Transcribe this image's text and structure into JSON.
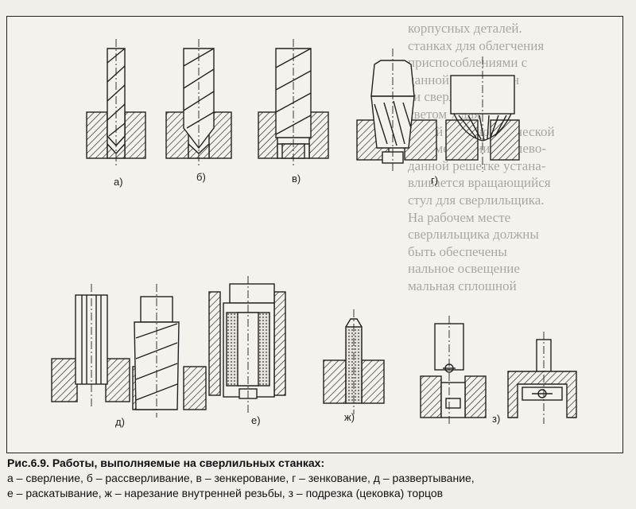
{
  "figure": {
    "labels": {
      "a": "а)",
      "b": "б)",
      "v": "в)",
      "g": "г)",
      "d": "д)",
      "e": "е)",
      "zh": "ж)",
      "z": "з)"
    }
  },
  "caption": {
    "title": "Рис.6.9. Работы, выполняемые на сверлильных станках:",
    "line1": "а – сверление, б – рассверливание, в – зенкерование, г – зенкование, д – развертывание,",
    "line2": "е – раскатывание, ж – нарезание внутренней резьбы, з – подрезка (цековка) торцов"
  },
  "bleed_through": [
    "корпусных деталей.",
    "станках для облегчения",
    "приспособлениями с",
    "данной решетки ин",
    "ги сверлильщика",
    "светом 7 для",
    "чежей и технологической",
    "документации. На лево-",
    "данной решетке устана-",
    "вливается вращающийся",
    "стул для сверлильщика.",
    "На рабочем месте",
    "сверлильщика должны",
    "быть обеспечены",
    "нальное освещение",
    "мальная сплошной",
    "",
    "",
    "",
    "",
    "",
    "",
    "",
    "",
    ""
  ]
}
